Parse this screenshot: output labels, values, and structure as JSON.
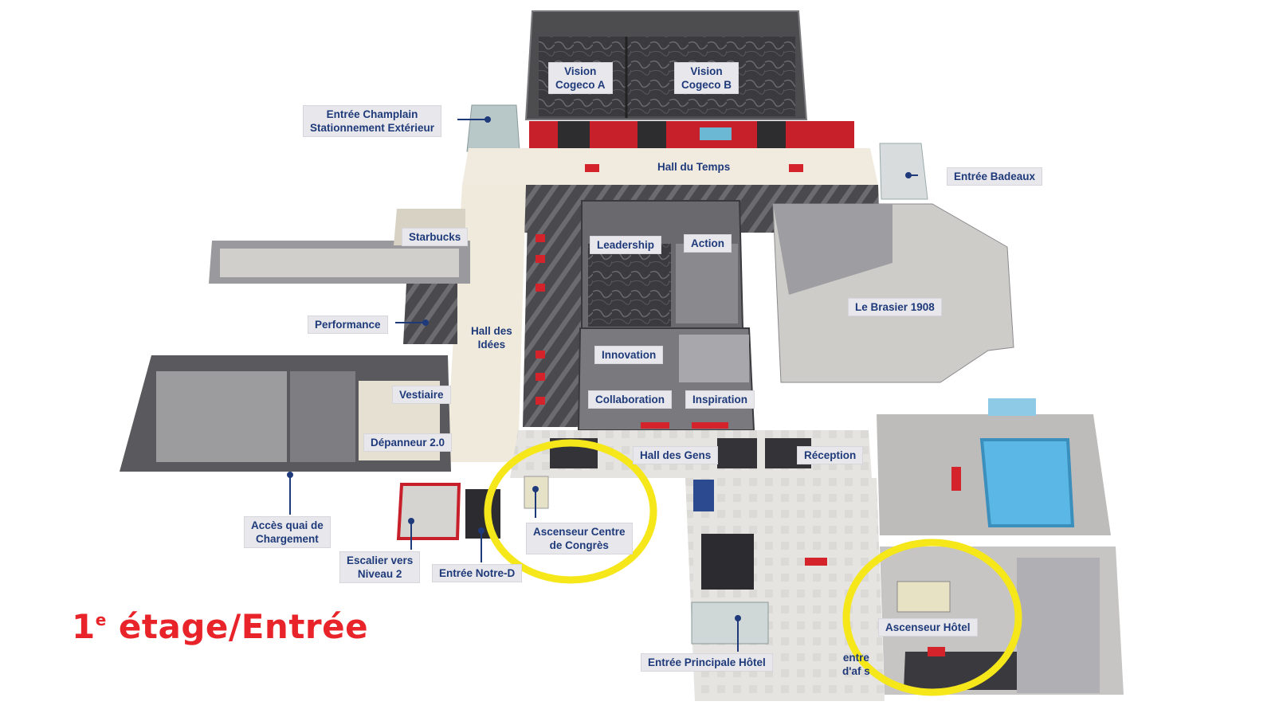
{
  "floor_title": {
    "ordinal": "1",
    "suffix": "e",
    "rest": " étage/Entrée"
  },
  "labels": {
    "vision_a": [
      "Vision",
      "Cogeco A"
    ],
    "vision_b": [
      "Vision",
      "Cogeco B"
    ],
    "entree_champlain": [
      "Entrée Champlain",
      "Stationnement Extérieur"
    ],
    "hall_du_temps": [
      "Hall du Temps"
    ],
    "entree_badeaux": [
      "Entrée Badeaux"
    ],
    "starbucks": [
      "Starbucks"
    ],
    "leadership": [
      "Leadership"
    ],
    "action": [
      "Action"
    ],
    "le_brasier": [
      "Le Brasier 1908"
    ],
    "performance": [
      "Performance"
    ],
    "hall_des_idees": [
      "Hall des",
      "Idées"
    ],
    "innovation": [
      "Innovation"
    ],
    "vestiaire": [
      "Vestiaire"
    ],
    "collaboration": [
      "Collaboration"
    ],
    "inspiration": [
      "Inspiration"
    ],
    "depanneur": [
      "Dépanneur 2.0"
    ],
    "hall_des_gens": [
      "Hall des Gens"
    ],
    "reception": [
      "Réception"
    ],
    "acces_quai": [
      "Accès quai de",
      "Chargement"
    ],
    "ascenseur_congres": [
      "Ascenseur Centre",
      "de Congrès"
    ],
    "escalier": [
      "Escalier vers",
      "Niveau 2"
    ],
    "entree_notre_dame": [
      "Entrée Notre-D"
    ],
    "ascenseur_hotel": [
      "Ascenseur Hôtel"
    ],
    "entree_principale": [
      "Entrée Principale Hôtel"
    ],
    "centre_affaires": [
      "entre",
      "d'af      s"
    ]
  },
  "colors": {
    "accent_red": "#e8242a",
    "label_text": "#1f3a7a",
    "highlight_yellow": "#f5e71a",
    "pool_blue": "#5bb8e6"
  }
}
